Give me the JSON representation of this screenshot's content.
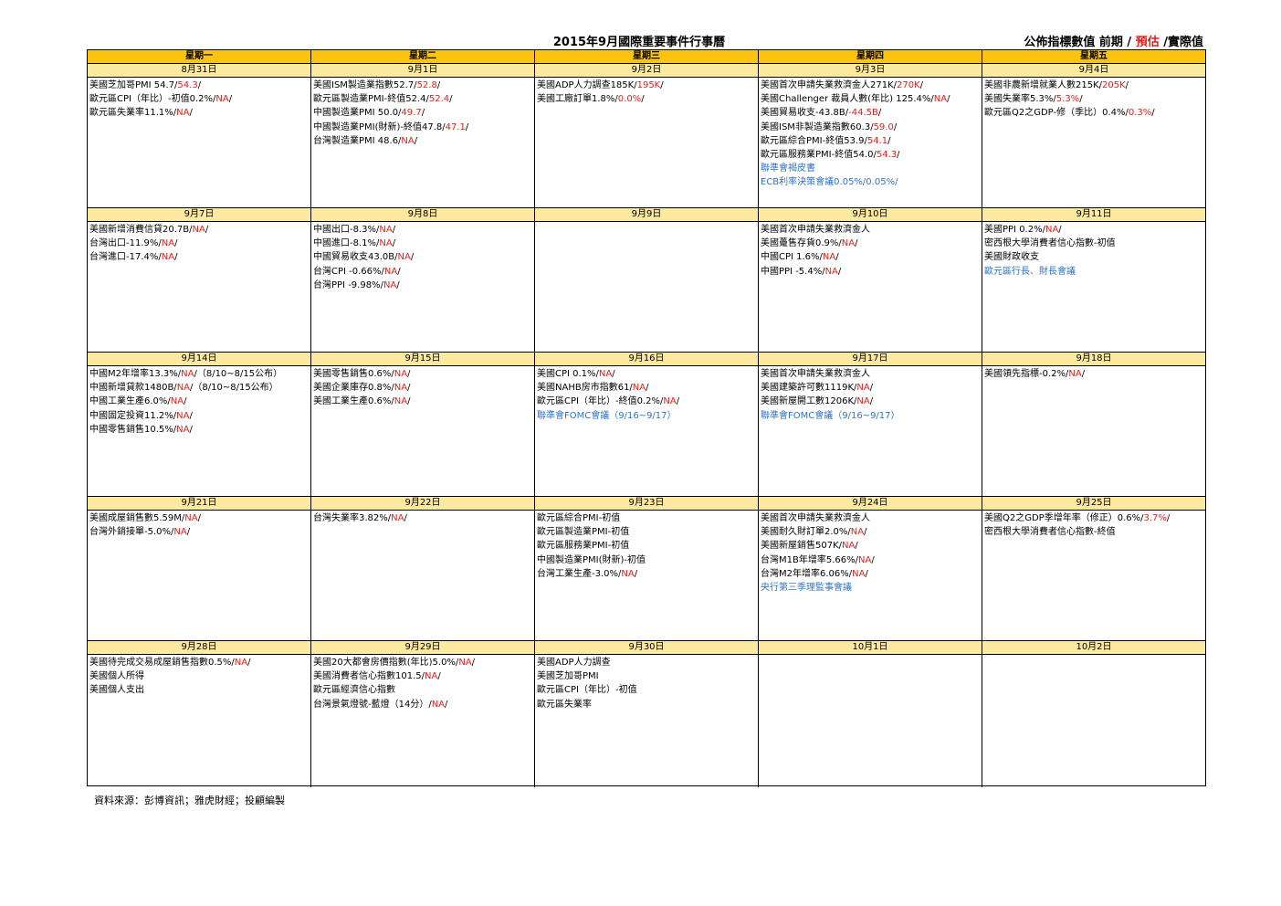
{
  "title": "2015年9月國際重要事件行事曆",
  "legend": {
    "a": "公佈指標數值  前期 / ",
    "b": "預估",
    "c": " /實際值"
  },
  "weekdays": [
    "星期一",
    "星期二",
    "星期三",
    "星期四",
    "星期五"
  ],
  "weeks": [
    [
      {
        "date": "8月31日",
        "events": [
          {
            "t": "美國芝加哥PMI  54.7/",
            "r": "54.3",
            "s": "/"
          },
          {
            "t": "歐元區CPI（年比）-初值0.2%/",
            "r": "NA",
            "s": "/"
          },
          {
            "t": "歐元區失業率11.1%/",
            "r": "NA",
            "s": "/"
          }
        ]
      },
      {
        "date": "9月1日",
        "events": [
          {
            "t": "美國ISM製造業指數52.7/",
            "r": "52.8",
            "s": "/"
          },
          {
            "t": "歐元區製造業PMI-終值52.4/",
            "r": "52.4",
            "s": "/"
          },
          {
            "t": "中國製造業PMI 50.0/",
            "r": "49.7",
            "s": "/"
          },
          {
            "t": "中國製造業PMI(財新)-終值47.8/",
            "r": "47.1",
            "s": "/"
          },
          {
            "t": "台灣製造業PMI 48.6/",
            "r": "NA",
            "s": "/"
          }
        ]
      },
      {
        "date": "9月2日",
        "events": [
          {
            "t": "美國ADP人力調查185K/",
            "r": "195K",
            "s": "/"
          },
          {
            "t": "美國工廠訂單1.8%/",
            "r": "0.0%",
            "s": "/"
          }
        ]
      },
      {
        "date": "9月3日",
        "events": [
          {
            "t": "美國首次申請失業救濟金人271K/",
            "r": "270K",
            "s": "/"
          },
          {
            "t": "美國Challenger 裁員人數(年比) 125.4%/",
            "r": "NA",
            "s": "/"
          },
          {
            "t": "美國貿易收支-43.8B/",
            "r": "-44.5B",
            "s": "/"
          },
          {
            "t": "美國ISM非製造業指數60.3/",
            "r": "59.0",
            "s": "/"
          },
          {
            "t": "歐元區綜合PMI-終值53.9/",
            "r": "54.1",
            "s": "/"
          },
          {
            "t": "歐元區服務業PMI-終值54.0/",
            "r": "54.3",
            "s": "/"
          },
          {
            "b": "聯準會褐皮書"
          },
          {
            "b": "ECB利率決策會議0.05%/0.05%/"
          }
        ]
      },
      {
        "date": "9月4日",
        "events": [
          {
            "t": "美國非農新增就業人數215K/",
            "r": "205K",
            "s": "/"
          },
          {
            "t": "美國失業率5.3%/",
            "r": "5.3%",
            "s": "/"
          },
          {
            "t": "歐元區Q2之GDP-修（季比）0.4%/",
            "r": "0.3%",
            "s": "/"
          }
        ]
      }
    ],
    [
      {
        "date": "9月7日",
        "events": [
          {
            "t": "美國新增消費信貸20.7B/",
            "r": "NA",
            "s": "/"
          },
          {
            "t": "台灣出口-11.9%/",
            "r": "NA",
            "s": "/"
          },
          {
            "t": "台灣進口-17.4%/",
            "r": "NA",
            "s": "/"
          }
        ]
      },
      {
        "date": "9月8日",
        "events": [
          {
            "t": "中國出口-8.3%/",
            "r": "NA",
            "s": "/"
          },
          {
            "t": "中國進口-8.1%/",
            "r": "NA",
            "s": "/"
          },
          {
            "t": "中國貿易收支43.0B/",
            "r": "NA",
            "s": "/"
          },
          {
            "t": "台灣CPI -0.66%/",
            "r": "NA",
            "s": "/"
          },
          {
            "t": "台灣PPI -9.98%/",
            "r": "NA",
            "s": "/"
          }
        ]
      },
      {
        "date": "9月9日",
        "events": []
      },
      {
        "date": "9月10日",
        "events": [
          {
            "t": "美國首次申請失業救濟金人"
          },
          {
            "t": "美國躉售存貨0.9%/",
            "r": "NA",
            "s": "/"
          },
          {
            "t": "中國CPI  1.6%/",
            "r": "NA",
            "s": "/"
          },
          {
            "t": "中國PPI  -5.4%/",
            "r": "NA",
            "s": "/"
          }
        ]
      },
      {
        "date": "9月11日",
        "events": [
          {
            "t": "美國PPI  0.2%/",
            "r": "NA",
            "s": "/"
          },
          {
            "t": "密西根大學消費者信心指數-初值"
          },
          {
            "t": "美國財政收支"
          },
          {
            "b": "歐元區行長、財長會議"
          }
        ]
      }
    ],
    [
      {
        "date": "9月14日",
        "events": [
          {
            "t": "中國M2年增率13.3%/",
            "r": "NA",
            "s": "/（8/10~8/15公布）"
          },
          {
            "t": "中國新增貸款1480B/",
            "r": "NA",
            "s": "/（8/10~8/15公布）"
          },
          {
            "t": "中國工業生產6.0%/",
            "r": "NA",
            "s": "/"
          },
          {
            "t": "中國固定投資11.2%/",
            "r": "NA",
            "s": "/"
          },
          {
            "t": "中國零售銷售10.5%/",
            "r": "NA",
            "s": "/"
          }
        ]
      },
      {
        "date": "9月15日",
        "events": [
          {
            "t": "美國零售銷售0.6%/",
            "r": "NA",
            "s": "/"
          },
          {
            "t": "美國企業庫存0.8%/",
            "r": "NA",
            "s": "/"
          },
          {
            "t": "美國工業生產0.6%/",
            "r": "NA",
            "s": "/"
          }
        ]
      },
      {
        "date": "9月16日",
        "events": [
          {
            "t": "美國CPI  0.1%/",
            "r": "NA",
            "s": "/"
          },
          {
            "t": "美國NAHB房市指數61/",
            "r": "NA",
            "s": "/"
          },
          {
            "t": "歐元區CPI（年比）-終值0.2%/",
            "r": "NA",
            "s": "/"
          },
          {
            "b": "聯準會FOMC會議（9/16~9/17）"
          }
        ]
      },
      {
        "date": "9月17日",
        "events": [
          {
            "t": "美國首次申請失業救濟金人"
          },
          {
            "t": "美國建築許可數1119K/",
            "r": "NA",
            "s": "/"
          },
          {
            "t": "美國新屋開工數1206K/",
            "r": "NA",
            "s": "/"
          },
          {
            "b": "聯準會FOMC會議（9/16~9/17）"
          }
        ]
      },
      {
        "date": "9月18日",
        "events": [
          {
            "t": "美國領先指標-0.2%/",
            "r": "NA",
            "s": "/"
          }
        ]
      }
    ],
    [
      {
        "date": "9月21日",
        "events": [
          {
            "t": "美國成屋銷售數5.59M/",
            "r": "NA",
            "s": "/"
          },
          {
            "t": "台灣外銷接單-5.0%/",
            "r": "NA",
            "s": "/"
          }
        ]
      },
      {
        "date": "9月22日",
        "events": [
          {
            "t": "台灣失業率3.82%/",
            "r": "NA",
            "s": "/"
          }
        ]
      },
      {
        "date": "9月23日",
        "events": [
          {
            "t": "歐元區綜合PMI-初值"
          },
          {
            "t": "歐元區製造業PMI-初值"
          },
          {
            "t": "歐元區服務業PMI-初值"
          },
          {
            "t": "中國製造業PMI(財新)-初值"
          },
          {
            "t": "台灣工業生產-3.0%/",
            "r": "NA",
            "s": "/"
          }
        ]
      },
      {
        "date": "9月24日",
        "events": [
          {
            "t": "美國首次申請失業救濟金人"
          },
          {
            "t": "美國耐久財訂單2.0%/",
            "r": "NA",
            "s": "/"
          },
          {
            "t": "美國新屋銷售507K/",
            "r": "NA",
            "s": "/"
          },
          {
            "t": "台灣M1B年增率5.66%/",
            "r": "NA",
            "s": "/"
          },
          {
            "t": "台灣M2年增率6.06%/",
            "r": "NA",
            "s": "/"
          },
          {
            "b": "央行第三季理監事會議"
          }
        ]
      },
      {
        "date": "9月25日",
        "events": [
          {
            "t": "美國Q2之GDP季增年率（修正）0.6%/",
            "r": "3.7%",
            "s": "/"
          },
          {
            "t": "密西根大學消費者信心指數-終值"
          }
        ]
      }
    ],
    [
      {
        "date": "9月28日",
        "events": [
          {
            "t": "美國待完成交易成屋銷售指數0.5%/",
            "r": "NA",
            "s": "/"
          },
          {
            "t": "美國個人所得"
          },
          {
            "t": "美國個人支出"
          }
        ]
      },
      {
        "date": "9月29日",
        "events": [
          {
            "t": "美國20大都會房價指數(年比)5.0%/",
            "r": "NA",
            "s": "/"
          },
          {
            "t": "美國消費者信心指數101.5/",
            "r": "NA",
            "s": "/"
          },
          {
            "t": "歐元區經濟信心指數"
          },
          {
            "t": "台灣景氣燈號-藍燈（14分）/",
            "r": "NA",
            "s": "/"
          }
        ]
      },
      {
        "date": "9月30日",
        "events": [
          {
            "t": "美國ADP人力調查"
          },
          {
            "t": "美國芝加哥PMI"
          },
          {
            "t": "歐元區CPI（年比）-初值"
          },
          {
            "t": "歐元區失業率"
          }
        ]
      },
      {
        "date": "10月1日",
        "events": []
      },
      {
        "date": "10月2日",
        "events": []
      }
    ]
  ],
  "source": "資料來源：彭博資訊；雅虎財經；投顧編製"
}
